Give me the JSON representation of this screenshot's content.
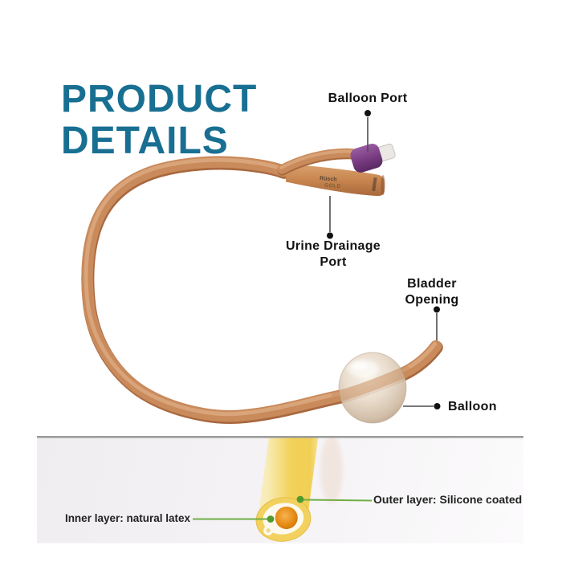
{
  "title": {
    "line1": "PRODUCT",
    "line2": "DETAILS",
    "color": "#186f92"
  },
  "catheter": {
    "labels": {
      "balloon_port": "Balloon Port",
      "urine_drainage_line1": "Urine Drainage",
      "urine_drainage_line2": "Port",
      "bladder_opening_line1": "Bladder",
      "bladder_opening_line2": "Opening",
      "balloon": "Balloon"
    },
    "tube_print_line1": "Rüsch",
    "tube_print_line2": "GOLD",
    "colors": {
      "tube_latex_tan": "#c98a5c",
      "tube_shadow": "#a8683e",
      "tube_highlight": "#e2b289",
      "valve_purple": "#7a3c82",
      "valve_plug_white": "#ebe8e4",
      "balloon_body": "#e7d9c8",
      "callout_line": "#4d4d4d",
      "callout_dot": "#111111"
    }
  },
  "cross_section_panel": {
    "inner_label": "Inner layer: natural latex",
    "outer_label": "Outer layer: Silicone coated",
    "colors": {
      "panel_border": "#9b9b9b",
      "panel_background": "#f0eef1",
      "tube_yellow": "#f2d15e",
      "inner_ring_white": "#fdf9ed",
      "lumen_orange": "#e68c15",
      "annotation_green_line": "#6fae45",
      "annotation_green_dot": "#4f9a2d"
    }
  }
}
